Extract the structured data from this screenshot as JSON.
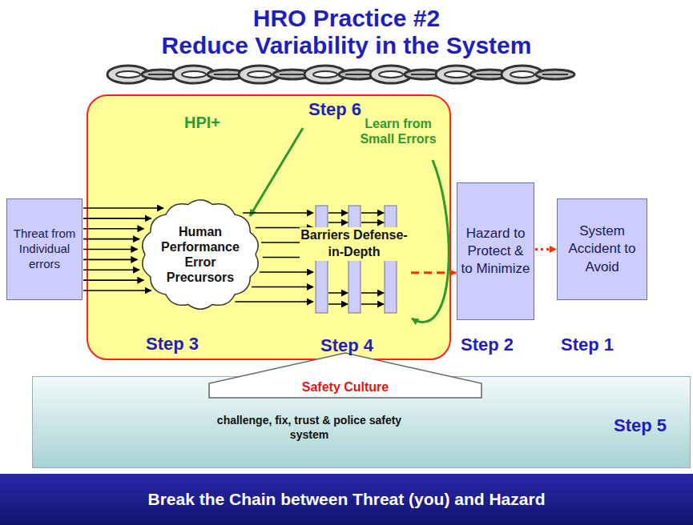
{
  "diagram": {
    "title": "HRO Practice #2",
    "caption": "Break the Chain between Threat (you) and Hazard",
    "nodes": [
      {
        "text": [
          "Threat from Individual errors"
        ]
      },
      {
        "text": [
          "Step 6",
          "HPI+",
          "Learn from Small Errors",
          "Step 3",
          "Step 4"
        ]
      },
      {
        "text": [
          "Human Performance Error Precursors"
        ],
        "in": 1
      },
      {
        "text": [
          "Barriers Defense-in-Depth"
        ],
        "in": 1
      },
      {
        "text": [
          "Hazard to Protect & to Minimize"
        ]
      },
      {
        "text": [
          "System Accident to Avoid"
        ]
      },
      {
        "text": [
          "Safety Culture",
          "challenge, fix, trust & police safety system",
          "Step 5"
        ]
      }
    ],
    "edges": [
      {
        "from": 0,
        "to": 2,
        "arrow": "to"
      },
      {
        "from": 2,
        "to": 3,
        "arrow": "to"
      },
      {
        "from": 3,
        "to": 4,
        "arrow": "to"
      },
      {
        "from": 4,
        "to": 5,
        "arrow": "to"
      }
    ],
    "labels": [
      "Reduce Variability in the System",
      "Step 2",
      "Step 1"
    ]
  }
}
